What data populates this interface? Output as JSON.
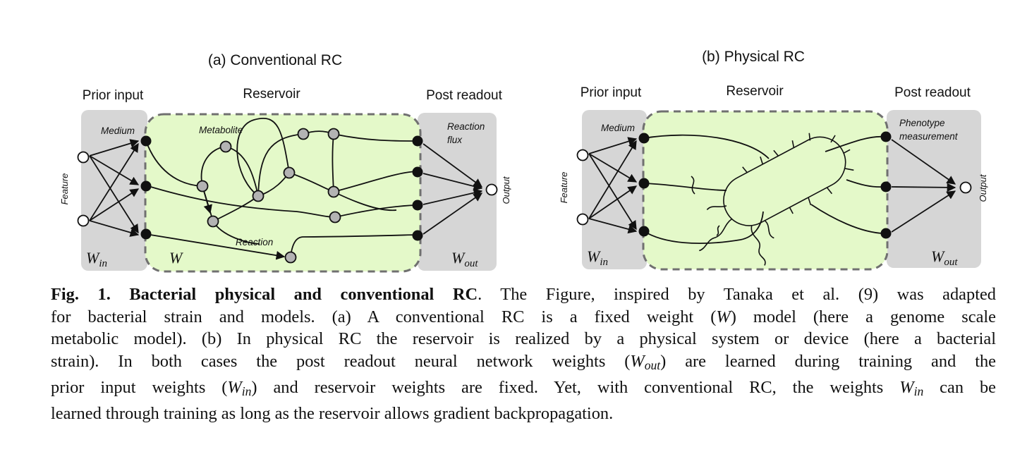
{
  "panel_a": {
    "title": "(a) Conventional RC",
    "headers": {
      "prior": "Prior input",
      "reservoir": "Reservoir",
      "post": "Post readout"
    },
    "labels": {
      "medium": "Medium",
      "metabolite": "Metabolite",
      "reaction": "Reaction",
      "reaction_flux_1": "Reaction",
      "reaction_flux_2": "flux",
      "feature": "Feature",
      "output": "Output"
    },
    "weights": {
      "win_base": "W",
      "win_sub": "in",
      "w": "W",
      "wout_base": "W",
      "wout_sub": "out"
    }
  },
  "panel_b": {
    "title": "(b) Physical RC",
    "headers": {
      "prior": "Prior input",
      "reservoir": "Reservoir",
      "post": "Post readout"
    },
    "labels": {
      "medium": "Medium",
      "phenotype_1": "Phenotype",
      "phenotype_2": "measurement",
      "feature": "Feature",
      "output": "Output"
    },
    "weights": {
      "win_base": "W",
      "win_sub": "in",
      "wout_base": "W",
      "wout_sub": "out"
    }
  },
  "colors": {
    "reservoir_fill": "#e4f9c9",
    "side_box_fill": "#d6d6d6",
    "dashed_border": "#707070",
    "node_gray": "#b3b3b3"
  },
  "caption": {
    "fig_label": "Fig. 1. Bacterial physical and conventional RC",
    "line1_rest": ". The Figure, inspired by Tanaka et al. (9) was adapted",
    "line2_a": "for bacterial strain and models. (a) A conventional RC is a fixed weight (",
    "line2_w": "W",
    "line2_b": ") model (here a genome scale",
    "line3": "metabolic model). (b) In physical RC the reservoir is realized by a physical system or device (here a bacterial",
    "line4_a": "strain). In both cases the post readout neural network weights (",
    "line4_w": "W",
    "line4_wsub": "out",
    "line4_b": ") are learned during training and the",
    "line5_a": "prior input weights (",
    "line5_w": "W",
    "line5_wsub": "in",
    "line5_b": ") and reservoir weights are fixed. Yet, with conventional RC, the weights ",
    "line5_w2": "W",
    "line5_w2sub": "in",
    "line5_c": " can be",
    "line6": "learned through training as long as the reservoir allows gradient backpropagation."
  }
}
